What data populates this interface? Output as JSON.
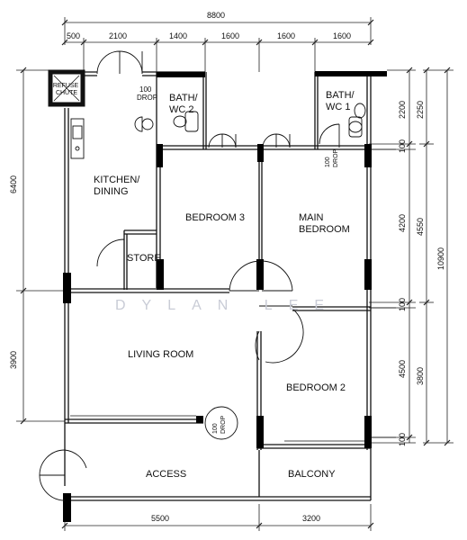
{
  "rooms": {
    "refuse_chute": [
      "REFUSE",
      "CHUTE"
    ],
    "bath_wc_2": [
      "BATH/",
      "WC 2"
    ],
    "bath_wc_1": [
      "BATH/",
      "WC 1"
    ],
    "kitchen_dining": [
      "KITCHEN/",
      "DINING"
    ],
    "bedroom_3": "BEDROOM 3",
    "main_bedroom": [
      "MAIN",
      "BEDROOM"
    ],
    "store": "STORE",
    "living_room": "LIVING ROOM",
    "bedroom_2": "BEDROOM 2",
    "access": "ACCESS",
    "balcony": "BALCONY"
  },
  "drops": {
    "drop_top": [
      "100",
      "DROP"
    ],
    "drop_bath1": [
      "100",
      "DROP"
    ],
    "drop_living": [
      "100",
      "DROP"
    ]
  },
  "watermark": "DYLAN LEE",
  "dimensions": {
    "top_total": "8800",
    "top_segments": [
      "500",
      "2100",
      "1400",
      "1600",
      "1600",
      "1600"
    ],
    "bottom_segments": [
      "5500",
      "3200"
    ],
    "left": [
      "6400",
      "3900"
    ],
    "right_inner": [
      "2200",
      "100",
      "4200",
      "100",
      "4500",
      "100"
    ],
    "right_mid": [
      "2250",
      "4550",
      "3800"
    ],
    "right_total": "10900"
  }
}
